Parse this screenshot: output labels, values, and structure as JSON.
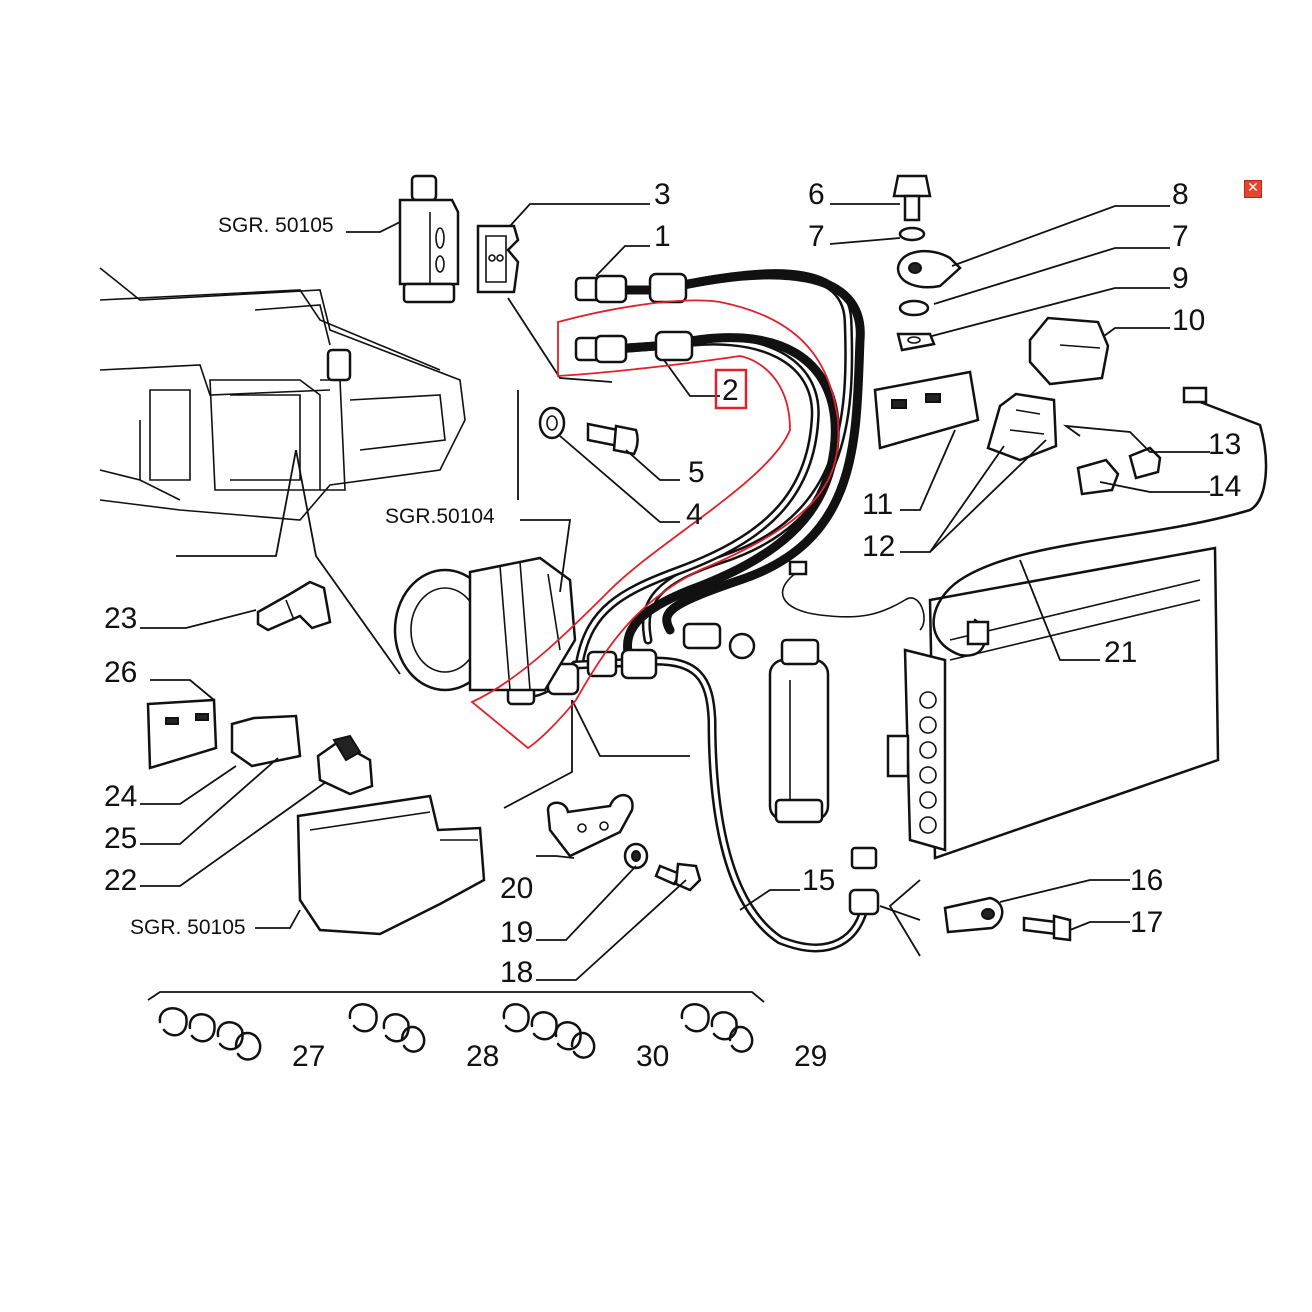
{
  "labels": {
    "l1": "1",
    "l2": "2",
    "l3": "3",
    "l4": "4",
    "l5": "5",
    "l6": "6",
    "l7a": "7",
    "l7b": "7",
    "l8": "8",
    "l9": "9",
    "l10": "10",
    "l11": "11",
    "l12": "12",
    "l13": "13",
    "l14": "14",
    "l15": "15",
    "l16": "16",
    "l17": "17",
    "l18": "18",
    "l19": "19",
    "l20": "20",
    "l21": "21",
    "l22": "22",
    "l23": "23",
    "l24": "24",
    "l25": "25",
    "l26": "26",
    "l27": "27",
    "l28": "28",
    "l29": "29",
    "l30": "30"
  },
  "refs": {
    "sgr_top": "SGR. 50105",
    "sgr_mid": "SGR.50104",
    "sgr_bottom": "SGR. 50105"
  },
  "highlight": {
    "part": "2",
    "color": "#e0202a"
  },
  "close_icon": "close-icon"
}
